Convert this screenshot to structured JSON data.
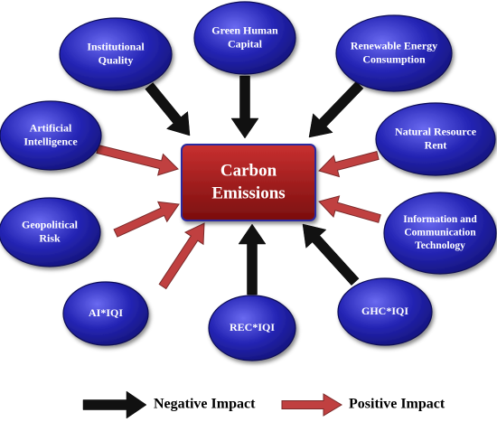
{
  "center": {
    "line1": "Carbon",
    "line2": "Emissions"
  },
  "nodes": [
    {
      "id": "iq",
      "lines": [
        "Institutional",
        "Quality"
      ],
      "impact": "negative"
    },
    {
      "id": "ghc",
      "lines": [
        "Green Human",
        "Capital"
      ],
      "impact": "negative"
    },
    {
      "id": "rec",
      "lines": [
        "Renewable Energy",
        "Consumption"
      ],
      "impact": "negative"
    },
    {
      "id": "ai",
      "lines": [
        "Artificial",
        "Intelligence"
      ],
      "impact": "positive"
    },
    {
      "id": "nrr",
      "lines": [
        "Natural Resource",
        "Rent"
      ],
      "impact": "positive"
    },
    {
      "id": "gpr",
      "lines": [
        "Geopolitical",
        "Risk"
      ],
      "impact": "positive"
    },
    {
      "id": "ict",
      "lines": [
        "Information and",
        "Communication",
        "Technology"
      ],
      "impact": "positive"
    },
    {
      "id": "aiiqi",
      "lines": [
        "AI*IQI"
      ],
      "impact": "positive"
    },
    {
      "id": "reciqi",
      "lines": [
        "REC*IQI"
      ],
      "impact": "negative"
    },
    {
      "id": "ghciqi",
      "lines": [
        "GHC*IQI"
      ],
      "impact": "negative"
    }
  ],
  "legend": {
    "negative_label": "Negative Impact",
    "positive_label": "Positive Impact"
  },
  "colors": {
    "node_fill": "#1a1aa0",
    "node_fill_light": "#5a5ae0",
    "center_fill": "#b82020",
    "center_fill_dark": "#7a0e0e",
    "negative_arrow": "#111111",
    "positive_arrow": "#c04040"
  }
}
